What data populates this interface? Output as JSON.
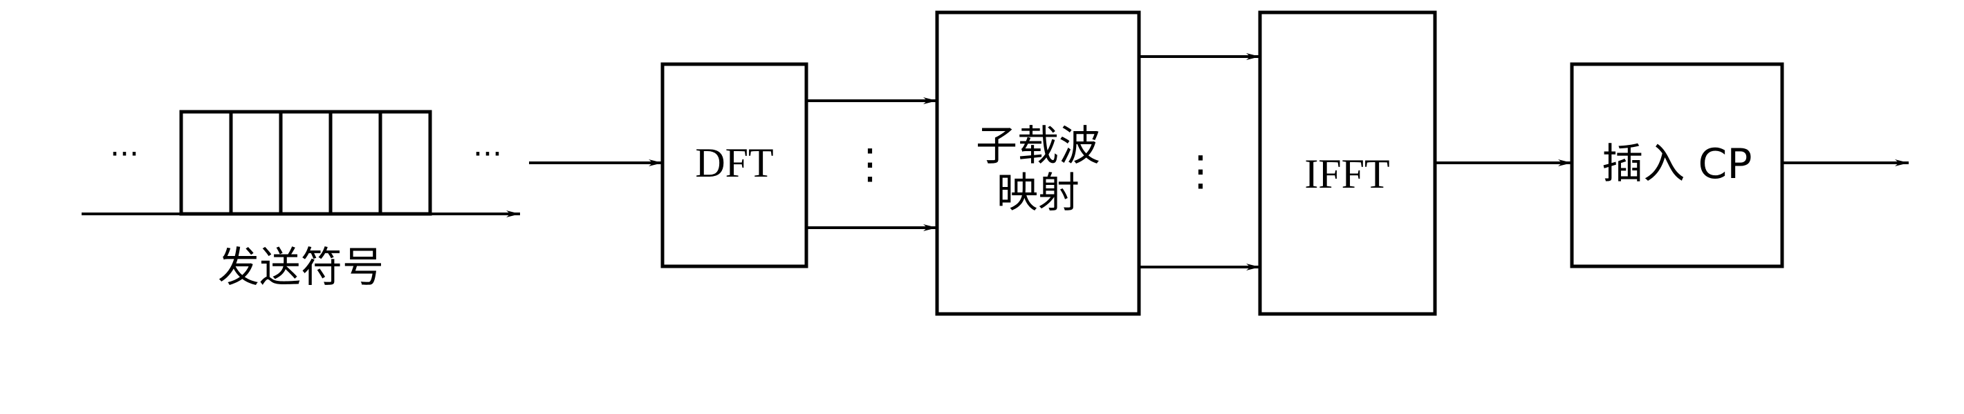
{
  "diagram": {
    "symbols_label": "发送符号",
    "ellipsis_left": "···",
    "ellipsis_right": "···",
    "dft_label": "DFT",
    "subcarrier_line1": "子载波",
    "subcarrier_line2": "映射",
    "ifft_label": "IFFT",
    "cp_label": "插入 CP",
    "vdots": "⋮",
    "symbol_cell_count": 5,
    "colors": {
      "stroke": "#000000",
      "background": "#ffffff"
    }
  }
}
